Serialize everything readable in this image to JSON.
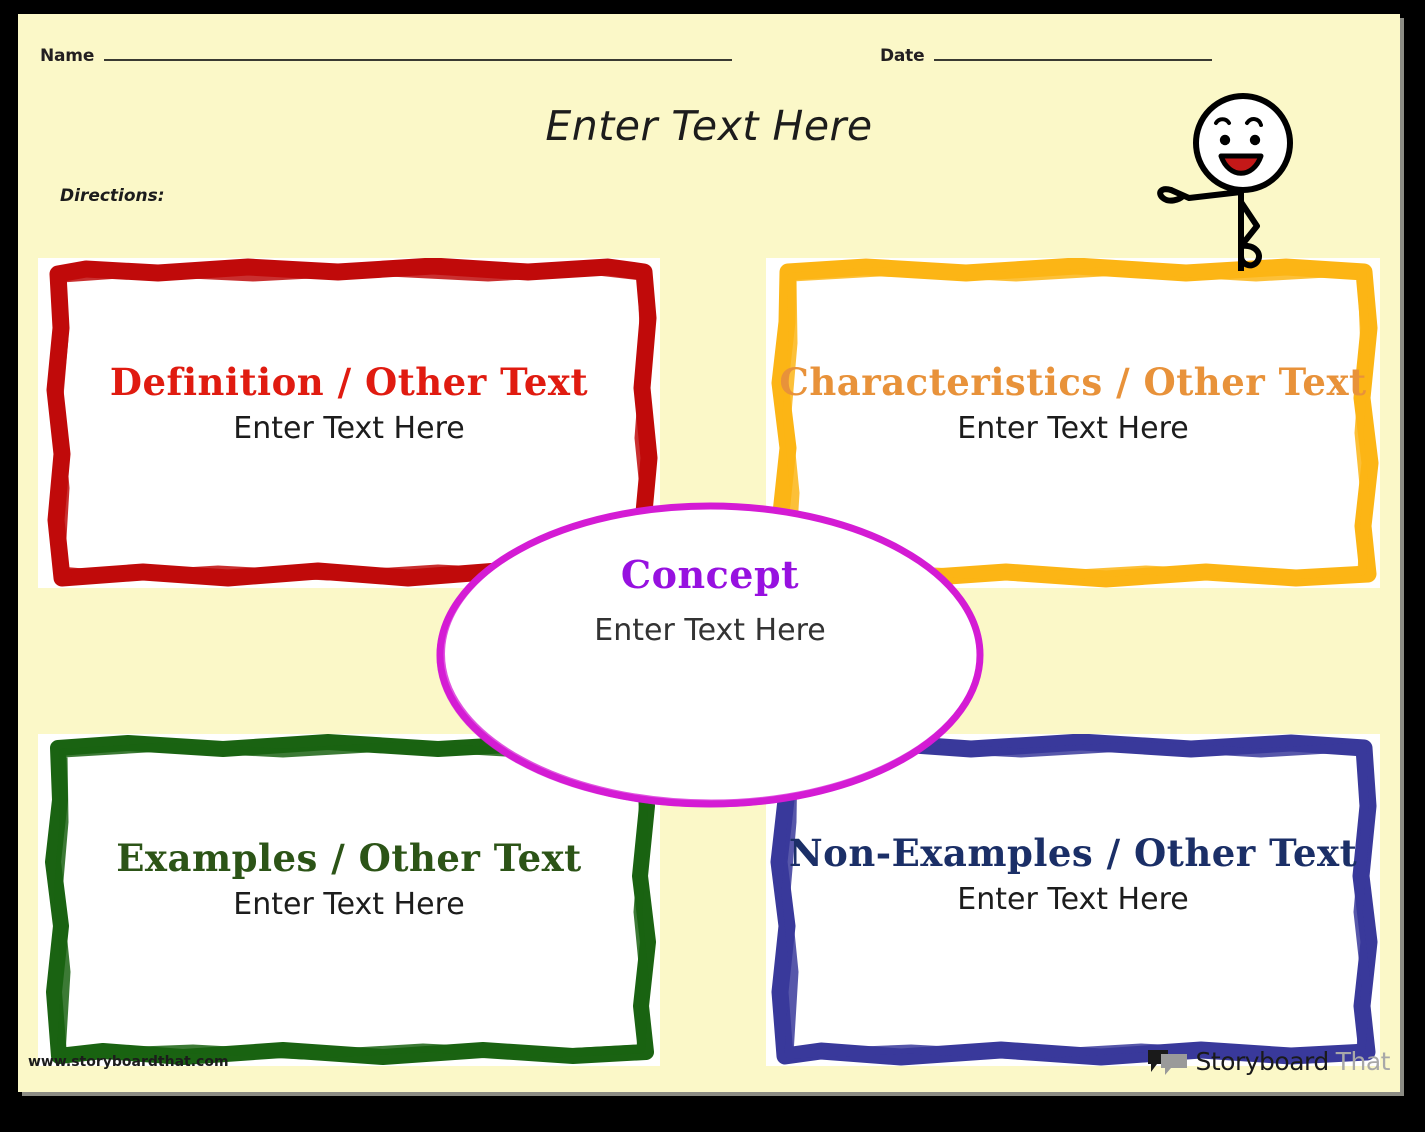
{
  "page": {
    "background_color": "#FBF8C8",
    "frame_color": "#000000"
  },
  "header": {
    "name_label": "Name",
    "date_label": "Date",
    "title": "Enter Text Here",
    "directions_label": "Directions:"
  },
  "boxes": [
    {
      "key": "definition",
      "title": "Definition / Other Text",
      "body": "Enter Text Here",
      "border_color": "#C00A0A",
      "title_color": "#E01B10"
    },
    {
      "key": "characteristics",
      "title": "Characteristics / Other Text",
      "body": "Enter Text Here",
      "border_color": "#FCB515",
      "title_color": "#E8923A"
    },
    {
      "key": "examples",
      "title": "Examples / Other Text",
      "body": "Enter Text Here",
      "border_color": "#1A6312",
      "title_color": "#2C5417"
    },
    {
      "key": "nonexamples",
      "title": "Non-Examples / Other Text",
      "body": "Enter Text Here",
      "border_color": "#39399B",
      "title_color": "#1B2F67"
    }
  ],
  "concept": {
    "title": "Concept",
    "body": "Enter Text Here",
    "border_color": "#D41CD4",
    "title_color": "#9711E0",
    "fill_color": "#FFFFFF"
  },
  "character": {
    "name": "stick-figure-pointing",
    "head_fill": "#FFFFFF",
    "outline_color": "#000000",
    "mouth_color": "#C41818"
  },
  "footer": {
    "url": "www.storyboardthat.com",
    "brand_primary": "Storyboard",
    "brand_secondary": "That"
  }
}
